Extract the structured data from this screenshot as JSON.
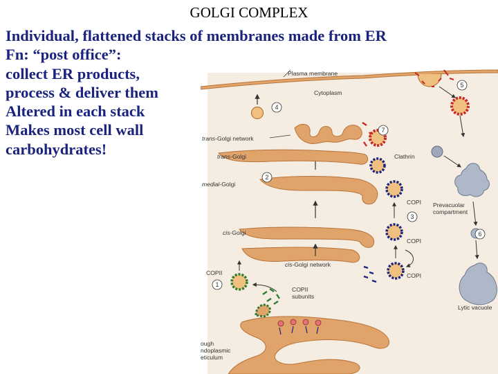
{
  "slide": {
    "title": "GOLGI COMPLEX",
    "bullets": [
      "Individual, flattened stacks of membranes made from ER",
      "Fn: “post office”:",
      "collect ER products,",
      "process & deliver them",
      "Altered in each stack",
      "Makes most cell wall",
      "carbohydrates!"
    ]
  },
  "diagram": {
    "labels": {
      "plasma_membrane": "Plasma membrane",
      "cytoplasm": "Cytoplasm",
      "trans_golgi_network_prefix": "trans",
      "trans_golgi_network_suffix": "-Golgi network",
      "trans_golgi_prefix": "trans",
      "trans_golgi_suffix": "-Golgi",
      "medial_golgi_prefix": "medial",
      "medial_golgi_suffix": "-Golgi",
      "cis_golgi_prefix": "cis",
      "cis_golgi_suffix": "-Golgi",
      "cis_golgi_network_prefix": "cis",
      "cis_golgi_network_suffix": "-Golgi network",
      "clathrin": "Clathrin",
      "copi_1": "COPI",
      "copi_2": "COPI",
      "copi_3": "COPI",
      "copii": "COPII",
      "copii_subunits_1": "COPII",
      "copii_subunits_2": "subunits",
      "prevacuolar_1": "Prevacuolar",
      "prevacuolar_2": "compartment",
      "lytic_vacuole": "Lytic vacuole",
      "rough_er_1": "ough",
      "rough_er_2": "ndoplasmic",
      "rough_er_3": "eticulum"
    },
    "step_numbers": [
      "1",
      "2",
      "3",
      "4",
      "5",
      "6",
      "7"
    ],
    "colors": {
      "membrane_fill": "#e0a36a",
      "membrane_stroke": "#b7743a",
      "clathrin_red": "#c62828",
      "copi_navy": "#1a237e",
      "copii_green": "#2e7d32",
      "vacuole_fill": "#aeb8c8",
      "background_panel": "#f5ede2"
    }
  }
}
